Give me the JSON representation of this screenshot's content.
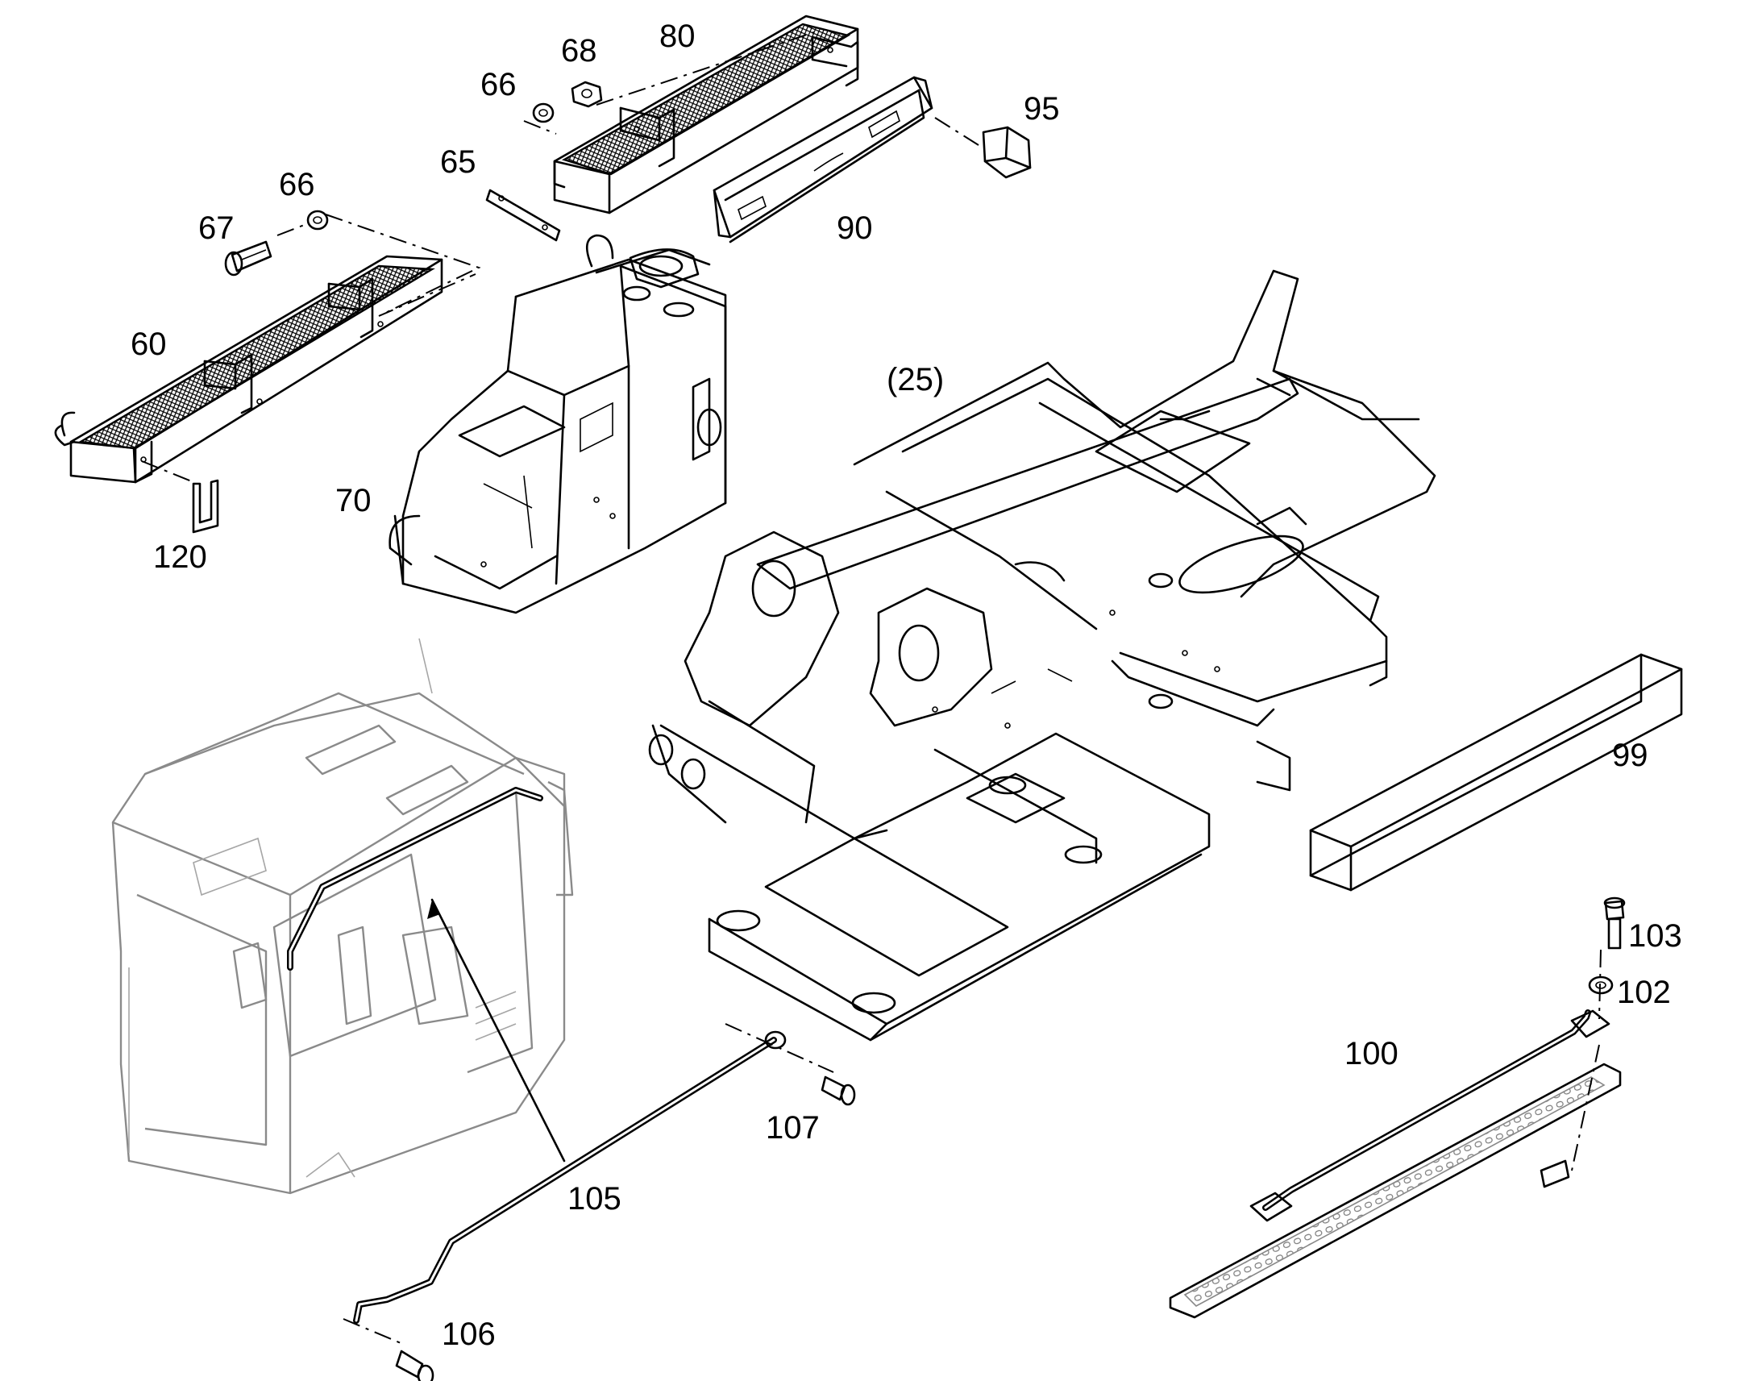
{
  "diagram": {
    "callouts": [
      {
        "id": "c60",
        "text": "60"
      },
      {
        "id": "c65",
        "text": "65"
      },
      {
        "id": "c66a",
        "text": "66"
      },
      {
        "id": "c66b",
        "text": "66"
      },
      {
        "id": "c67",
        "text": "67"
      },
      {
        "id": "c68",
        "text": "68"
      },
      {
        "id": "c70",
        "text": "70"
      },
      {
        "id": "c80",
        "text": "80"
      },
      {
        "id": "c90",
        "text": "90"
      },
      {
        "id": "c95",
        "text": "95"
      },
      {
        "id": "c99",
        "text": "99"
      },
      {
        "id": "c100",
        "text": "100"
      },
      {
        "id": "c102",
        "text": "102"
      },
      {
        "id": "c103",
        "text": "103"
      },
      {
        "id": "c105",
        "text": "105"
      },
      {
        "id": "c106",
        "text": "106"
      },
      {
        "id": "c107",
        "text": "107"
      },
      {
        "id": "c120",
        "text": "120"
      },
      {
        "id": "c25",
        "text": "(25)"
      }
    ]
  }
}
